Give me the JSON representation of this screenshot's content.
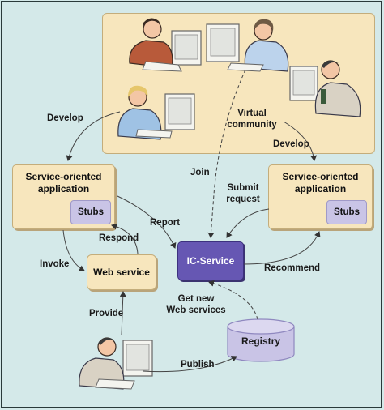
{
  "labels": {
    "develop_left": "Develop",
    "virtual_community": "Virtual\ncommunity",
    "develop_right": "Develop",
    "join": "Join",
    "submit_request": "Submit\nrequest",
    "report": "Report",
    "respond": "Respond",
    "invoke": "Invoke",
    "recommend": "Recommend",
    "get_new_web_services": "Get new\nWeb services",
    "provide": "Provide",
    "publish": "Publish"
  },
  "nodes": {
    "soa_left": {
      "title": "Service-oriented\napplication",
      "stubs": "Stubs"
    },
    "soa_right": {
      "title": "Service-oriented\napplication",
      "stubs": "Stubs"
    },
    "web_service": "Web service",
    "ic_service": "IC-Service",
    "registry": "Registry"
  },
  "colors": {
    "background": "#d4e9e9",
    "box_fill": "#f7e6bd",
    "stub_fill": "#c9c4e6",
    "ic_service_fill": "#6657b3",
    "registry_fill": "#c9c4e6"
  },
  "illustrations": [
    "businessman-at-computer",
    "woman-at-computer",
    "man-on-phone-at-computer",
    "woman-on-headset-at-computer",
    "developer-at-computer"
  ]
}
